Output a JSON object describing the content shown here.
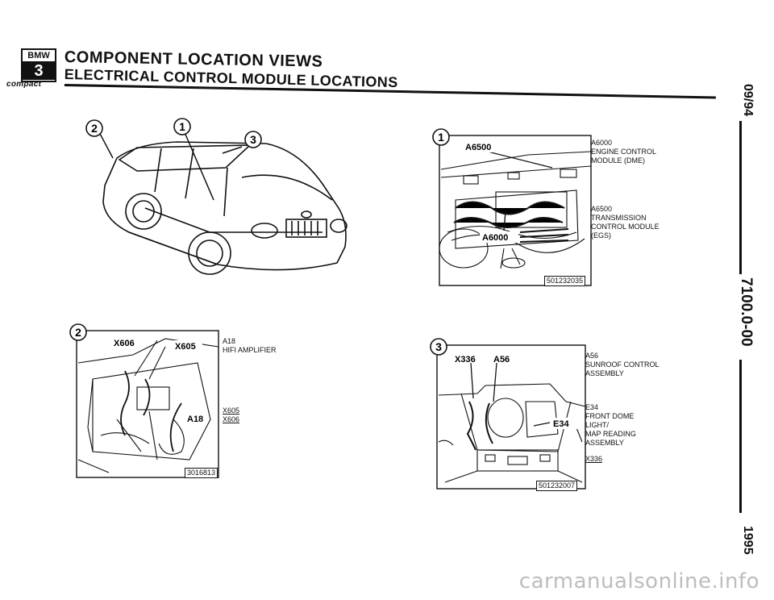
{
  "header": {
    "logo_brand": "BMW",
    "logo_series": "3",
    "logo_model": "compact",
    "title": "COMPONENT LOCATION VIEWS",
    "subtitle": "ELECTRICAL CONTROL MODULE LOCATIONS"
  },
  "side": {
    "date": "09/94",
    "section": "7100.0-00",
    "year": "1995"
  },
  "overview": {
    "markers": [
      "2",
      "1",
      "3"
    ]
  },
  "detail1": {
    "marker": "1",
    "labels": [
      "A6500",
      "A6000"
    ],
    "callouts": [
      {
        "id": "A6000",
        "lines": [
          "ENGINE CONTROL",
          "MODULE (DME)"
        ]
      },
      {
        "id": "A6500",
        "lines": [
          "TRANSMISSION",
          "CONTROL MODULE",
          "(EGS)"
        ]
      }
    ],
    "figure_no": "501232035"
  },
  "detail2": {
    "marker": "2",
    "labels": [
      "X606",
      "X605",
      "A18"
    ],
    "callouts": [
      {
        "id": "A18",
        "lines": [
          "HIFI AMPLIFIER"
        ]
      }
    ],
    "connectors": [
      "X605",
      "X606"
    ],
    "figure_no": "3016813"
  },
  "detail3": {
    "marker": "3",
    "labels": [
      "X336",
      "A56",
      "E34"
    ],
    "callouts": [
      {
        "id": "A56",
        "lines": [
          "SUNROOF CONTROL",
          "ASSEMBLY"
        ]
      },
      {
        "id": "E34",
        "lines": [
          "FRONT DOME",
          "LIGHT/",
          "MAP READING",
          "ASSEMBLY"
        ]
      }
    ],
    "connectors": [
      "X336"
    ],
    "figure_no": "501232007"
  },
  "watermark": "carmanualsonline.info"
}
